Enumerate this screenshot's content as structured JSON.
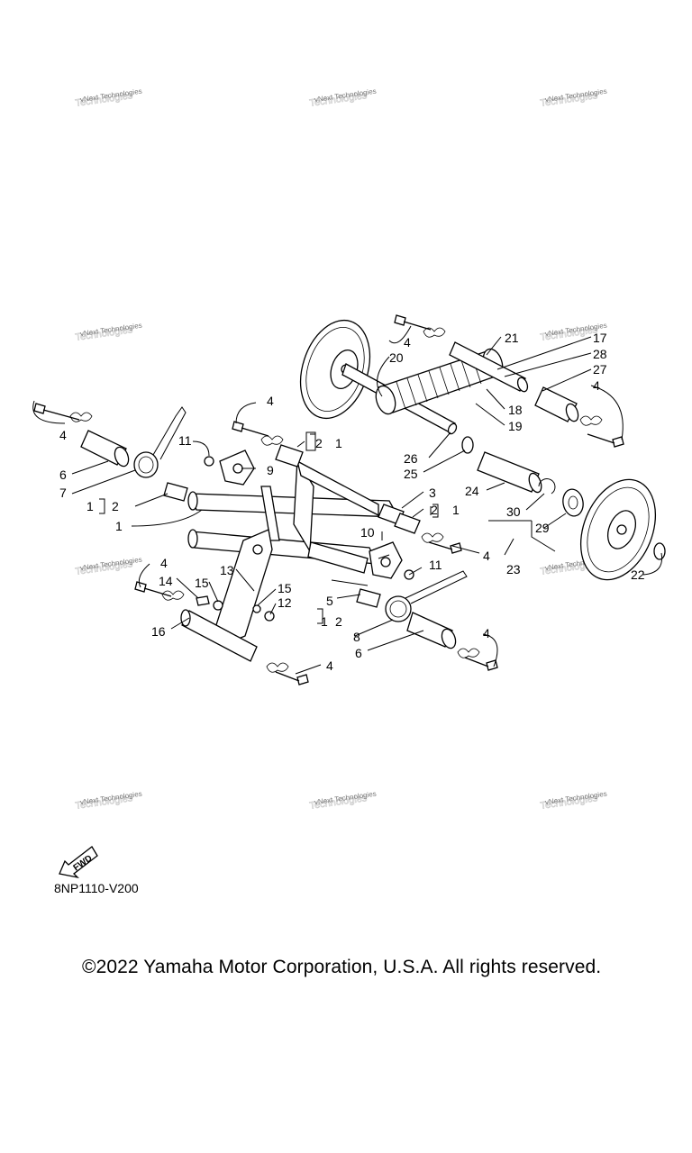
{
  "watermark": {
    "line1": "vNext Technologies",
    "line2": "Technologies"
  },
  "fwd_label": "FWD",
  "diagram_code": "8NP1110-V200",
  "copyright": "©2022 Yamaha Motor Corporation, U.S.A. All rights reserved.",
  "callouts": {
    "c1a": "1",
    "c1b": "1",
    "c1c": "1",
    "c1d": "1",
    "c1e": "1",
    "c2a": "2",
    "c2b": "2",
    "c2c": "2",
    "c2d": "2",
    "c3": "3",
    "c4a": "4",
    "c4b": "4",
    "c4c": "4",
    "c4d": "4",
    "c4e": "4",
    "c4f": "4",
    "c4g": "4",
    "c4h": "4",
    "c5": "5",
    "c6a": "6",
    "c6b": "6",
    "c7": "7",
    "c8": "8",
    "c9": "9",
    "c10": "10",
    "c11a": "11",
    "c11b": "11",
    "c12": "12",
    "c13": "13",
    "c14": "14",
    "c15a": "15",
    "c15b": "15",
    "c16": "16",
    "c17": "17",
    "c18": "18",
    "c19": "19",
    "c20": "20",
    "c21": "21",
    "c22": "22",
    "c23": "23",
    "c24": "24",
    "c25": "25",
    "c26": "26",
    "c27": "27",
    "c28": "28",
    "c29": "29",
    "c30": "30"
  }
}
